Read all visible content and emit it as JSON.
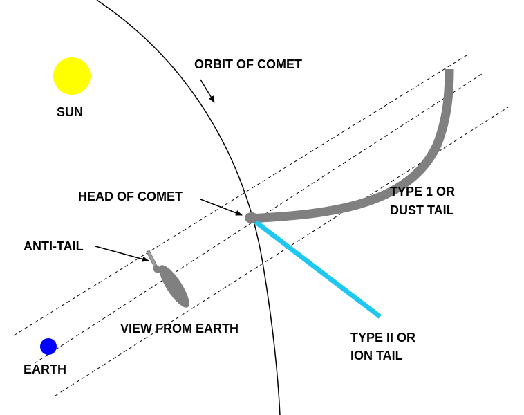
{
  "labels": {
    "sun": "SUN",
    "orbit": "ORBIT OF COMET",
    "head": "HEAD OF COMET",
    "type1_line1": "TYPE 1 OR",
    "type1_line2": "DUST TAIL",
    "anti_tail": "ANTI-TAIL",
    "view": "VIEW FROM EARTH",
    "type2_line1": "TYPE II OR",
    "type2_line2": "ION TAIL",
    "earth": "EARTH"
  },
  "colors": {
    "sun": "#ffff00",
    "earth": "#0000ff",
    "ion_tail": "#1ec8f0",
    "dust_tail": "#808080",
    "lines": "#000000"
  }
}
